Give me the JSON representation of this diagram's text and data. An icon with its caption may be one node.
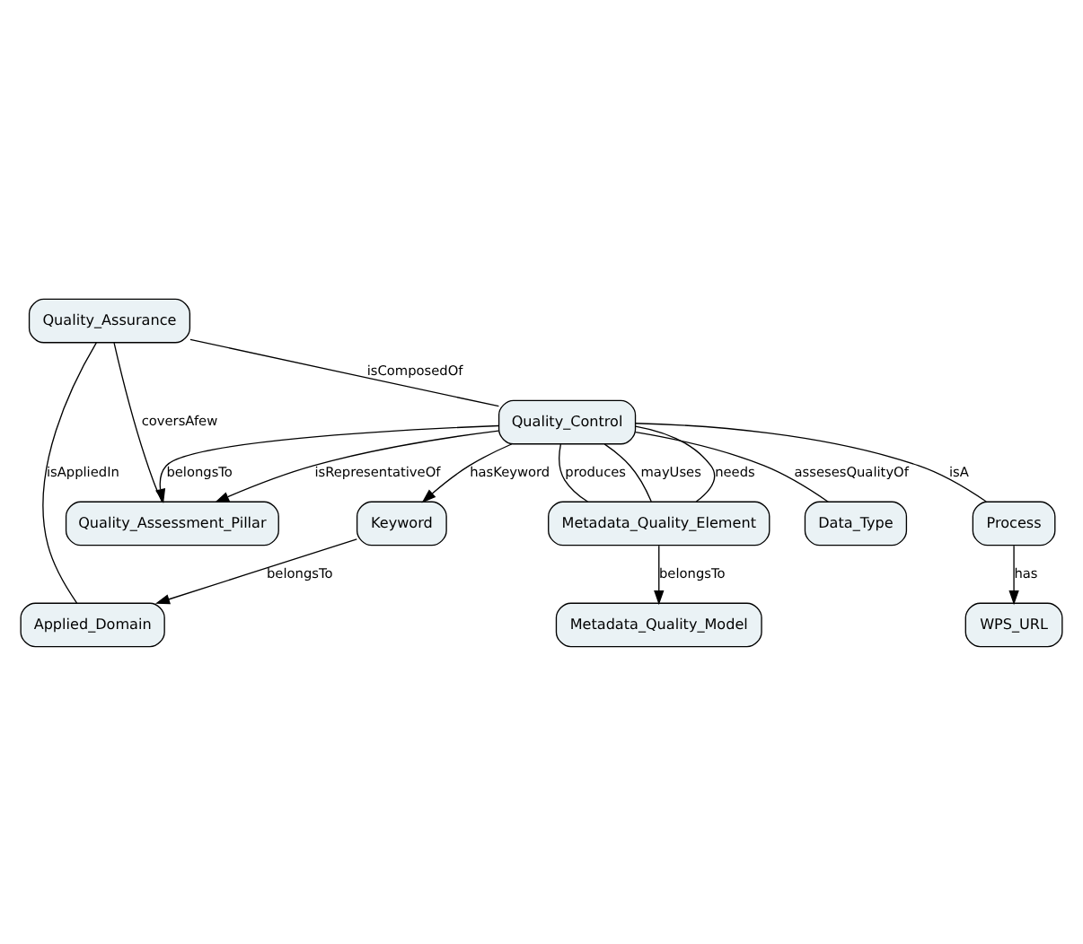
{
  "diagram": {
    "nodes": [
      {
        "text": [
          "Quality_Assurance"
        ]
      },
      {
        "text": [
          "Applied_Domain"
        ]
      },
      {
        "text": [
          "Quality_Assessment_Pillar"
        ]
      },
      {
        "text": [
          "Keyword"
        ]
      },
      {
        "text": [
          "Quality_Control"
        ]
      },
      {
        "text": [
          "Metadata_Quality_Model"
        ]
      },
      {
        "text": [
          "Metadata_Quality_Element"
        ]
      },
      {
        "text": [
          "Data_Type"
        ]
      },
      {
        "text": [
          "Process"
        ]
      },
      {
        "text": [
          "WPS_URL"
        ]
      }
    ],
    "edges": [
      {
        "from": 0,
        "to": 1,
        "arrow": "none",
        "label": "isAppliedIn"
      },
      {
        "from": 0,
        "to": 2,
        "arrow": "none",
        "label": "coversAfew"
      },
      {
        "from": 0,
        "to": 4,
        "arrow": "none",
        "label": "isComposedOf"
      },
      {
        "from": 3,
        "to": 1,
        "arrow": "to",
        "label": "belongsTo"
      },
      {
        "from": 4,
        "to": 2,
        "arrow": "to",
        "label": "belongsTo"
      },
      {
        "from": 4,
        "to": 2,
        "arrow": "to",
        "label": "isRepresentativeOf"
      },
      {
        "from": 4,
        "to": 3,
        "arrow": "to",
        "label": "hasKeyword"
      },
      {
        "from": 4,
        "to": 6,
        "arrow": "none",
        "label": "produces"
      },
      {
        "from": 4,
        "to": 6,
        "arrow": "none",
        "label": "mayUses"
      },
      {
        "from": 4,
        "to": 6,
        "arrow": "none",
        "label": "needs"
      },
      {
        "from": 6,
        "to": 5,
        "arrow": "to",
        "label": "belongsTo"
      },
      {
        "from": 4,
        "to": 8,
        "arrow": "none",
        "label": "isA"
      },
      {
        "from": 4,
        "to": 7,
        "arrow": "none",
        "label": "assesesQualityOf"
      },
      {
        "from": 8,
        "to": 9,
        "arrow": "to",
        "label": "has"
      }
    ]
  }
}
